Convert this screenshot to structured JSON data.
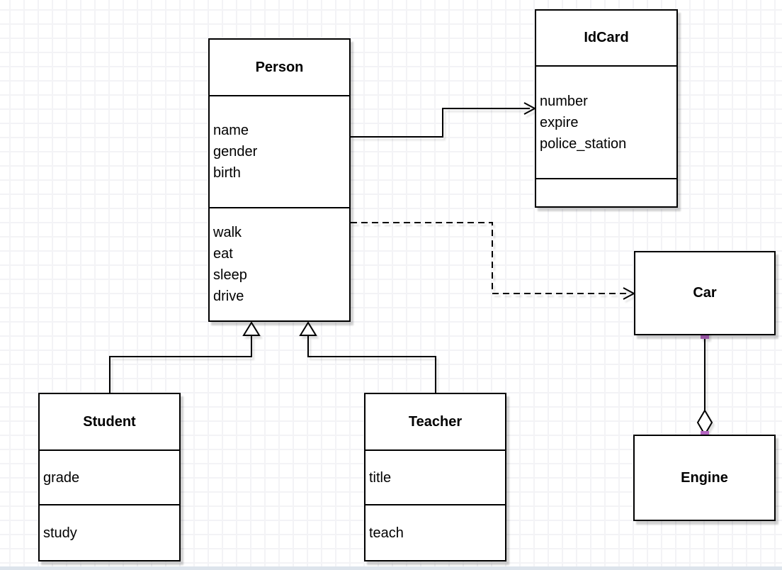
{
  "classes": {
    "person": {
      "title": "Person",
      "attributes": [
        "name",
        "gender",
        "birth"
      ],
      "methods": [
        "walk",
        "eat",
        "sleep",
        "drive"
      ]
    },
    "idcard": {
      "title": "IdCard",
      "attributes": [
        "number",
        "expire",
        "police_station"
      ],
      "methods": []
    },
    "car": {
      "title": "Car",
      "attributes": [],
      "methods": []
    },
    "engine": {
      "title": "Engine",
      "attributes": [],
      "methods": []
    },
    "student": {
      "title": "Student",
      "attributes": [
        "grade"
      ],
      "methods": [
        "study"
      ]
    },
    "teacher": {
      "title": "Teacher",
      "attributes": [
        "title"
      ],
      "methods": [
        "teach"
      ]
    }
  },
  "relationships": [
    {
      "from": "Person",
      "to": "IdCard",
      "type": "association",
      "line": "solid",
      "arrowhead": "open-arrow"
    },
    {
      "from": "Person",
      "to": "Car",
      "type": "dependency",
      "line": "dashed",
      "arrowhead": "open-arrow"
    },
    {
      "from": "Student",
      "to": "Person",
      "type": "generalization",
      "line": "solid",
      "arrowhead": "hollow-triangle"
    },
    {
      "from": "Teacher",
      "to": "Person",
      "type": "generalization",
      "line": "solid",
      "arrowhead": "hollow-triangle"
    },
    {
      "from": "Car",
      "to": "Engine",
      "type": "aggregation",
      "line": "solid",
      "arrowhead": "hollow-diamond"
    }
  ],
  "colors": {
    "stroke": "#000000",
    "box_fill": "#ffffff",
    "endpoint_handle": "#b466c2",
    "grid_line": "#f3f3f6",
    "canvas_edge": "#dde4ec"
  }
}
